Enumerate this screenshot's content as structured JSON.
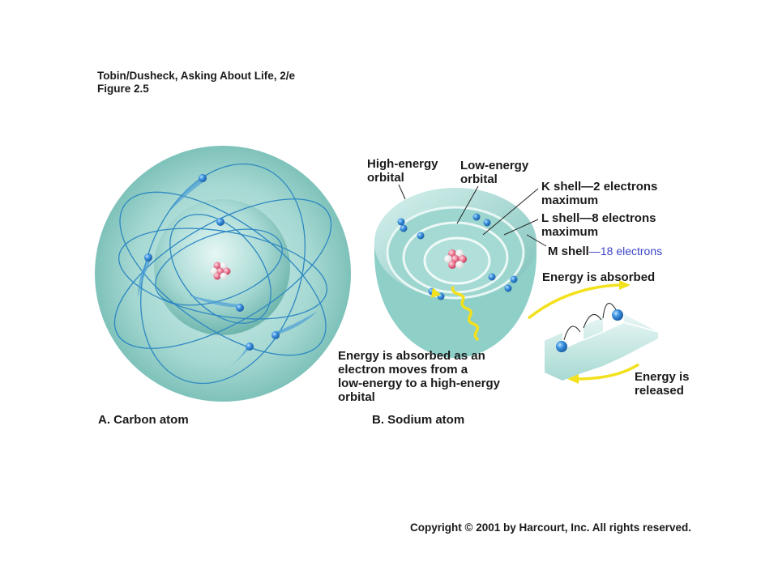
{
  "header": {
    "line1": "Tobin/Dusheck, Asking About Life, 2/e",
    "line2": "Figure 2.5"
  },
  "panel_a": {
    "caption": "A. Carbon atom"
  },
  "panel_b": {
    "caption": "B. Sodium atom",
    "labels": {
      "high_energy_l1": "High-energy",
      "high_energy_l2": "orbital",
      "low_energy_l1": "Low-energy",
      "low_energy_l2": "orbital",
      "k_shell_l1": "K shell—2 electrons",
      "k_shell_l2": "maximum",
      "l_shell_l1": "L shell—8 electrons",
      "l_shell_l2": "maximum",
      "m_shell": "M shell",
      "m_shell_extra": "—18 electrons",
      "absorbed_note_l1": "Energy is absorbed as an",
      "absorbed_note_l2": "electron  moves from a",
      "absorbed_note_l3": "low-energy to a  high-energy",
      "absorbed_note_l4": "orbital",
      "energy_absorbed": "Energy is absorbed",
      "energy_released_l1": "Energy is",
      "energy_released_l2": "released"
    }
  },
  "footer": {
    "copyright": "Copyright © 2001 by Harcourt, Inc. All rights reserved."
  },
  "colors": {
    "sphere_outer": "#9fd3cd",
    "sphere_inner": "#5fb0a8",
    "orbit_line": "#2e88c2",
    "electron": "#2f86d4",
    "nucleus": "#e66a86",
    "arrow_yellow": "#f2e11c",
    "m_shell_blue": "#3b45c9"
  }
}
